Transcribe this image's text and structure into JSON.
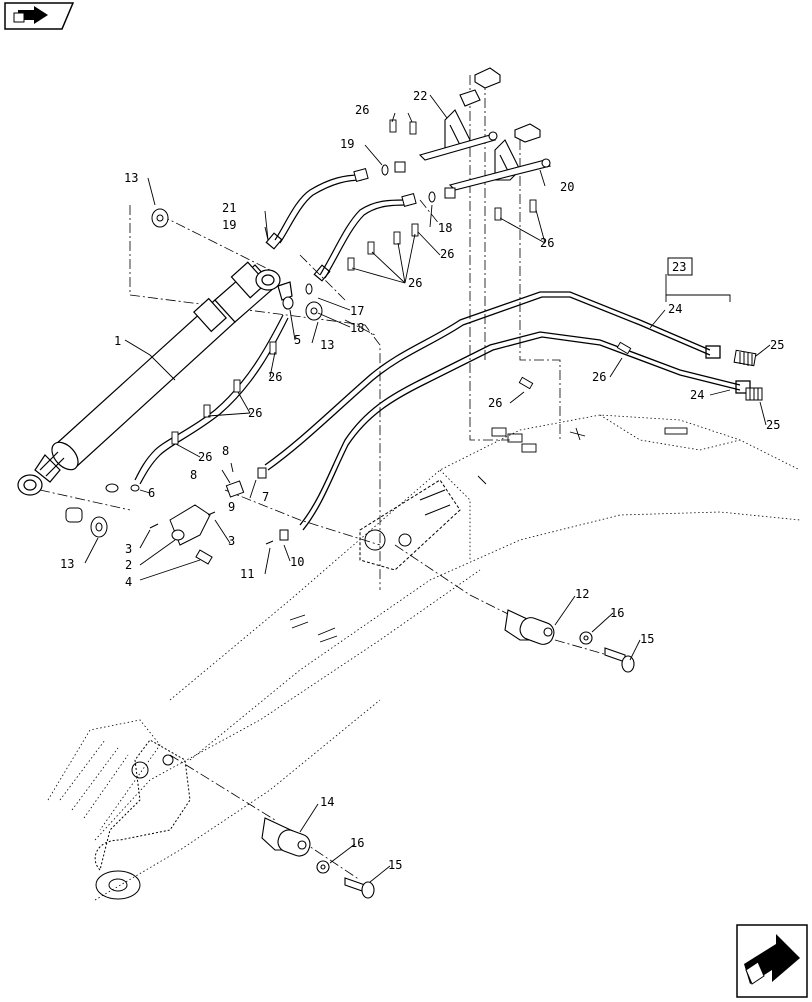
{
  "navigation": {
    "prev_icon": "page-back-arrow-icon",
    "next_icon": "page-forward-arrow-icon"
  },
  "callouts": {
    "c1": "1",
    "c2": "2",
    "c3a": "3",
    "c3b": "3",
    "c4": "4",
    "c5": "5",
    "c6": "6",
    "c7": "7",
    "c8a": "8",
    "c8b": "8",
    "c9": "9",
    "c10": "10",
    "c11": "11",
    "c12": "12",
    "c13a": "13",
    "c13b": "13",
    "c13c": "13",
    "c14": "14",
    "c15a": "15",
    "c15b": "15",
    "c16a": "16",
    "c16b": "16",
    "c17": "17",
    "c18a": "18",
    "c18b": "18",
    "c19a": "19",
    "c19b": "19",
    "c20": "20",
    "c21": "21",
    "c22": "22",
    "c23": "23",
    "c24a": "24",
    "c24b": "24",
    "c25a": "25",
    "c25b": "25",
    "c26a": "26",
    "c26b": "26",
    "c26c": "26",
    "c26d": "26",
    "c26e": "26",
    "c26f": "26",
    "c26g": "26",
    "c26h": "26"
  }
}
